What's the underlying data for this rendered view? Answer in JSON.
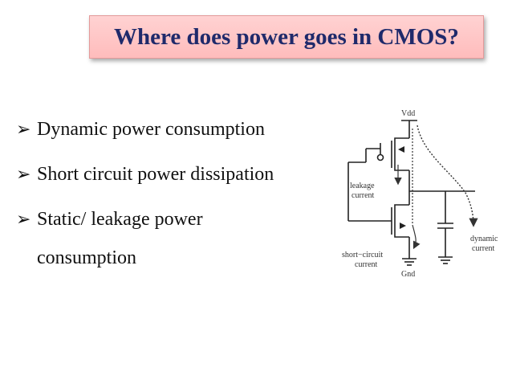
{
  "slide": {
    "title": "Where does power goes in CMOS?",
    "bullet_marker": "➢",
    "bullets": [
      {
        "text": "Dynamic power consumption"
      },
      {
        "text": "Short circuit power dissipation"
      },
      {
        "text": "Static/ leakage power",
        "continuation": "consumption"
      }
    ]
  },
  "diagram": {
    "labels": {
      "vdd": "Vdd",
      "gnd": "Gnd",
      "leakage_1": "leakage",
      "leakage_2": "current",
      "short_1": "short−circuit",
      "short_2": "current",
      "dynamic_1": "dynamic",
      "dynamic_2": "current"
    }
  }
}
